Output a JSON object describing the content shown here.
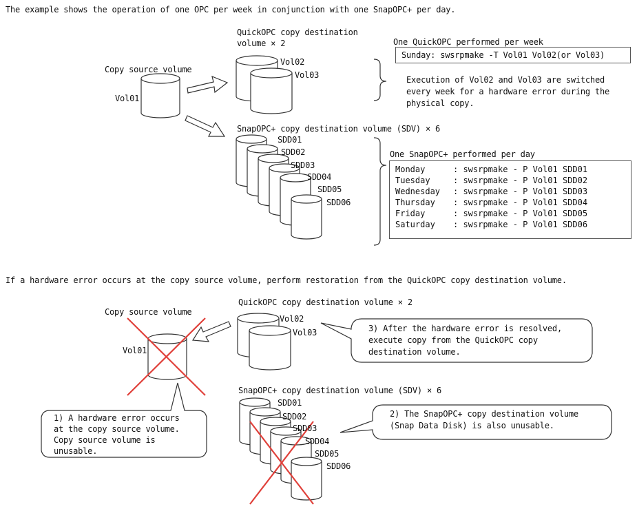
{
  "top": {
    "intro": "The example shows the operation of one OPC per week in conjunction with one SnapOPC+ per day.",
    "copy_source_label": "Copy source volume",
    "source_volume": "Vol01",
    "quickopc_dest_label_line1": "QuickOPC  copy  destination",
    "quickopc_dest_label_line2": "volume × 2",
    "quickopc_vol_a": "Vol02",
    "quickopc_vol_b": "Vol03",
    "weekly_title": "One QuickOPC performed per week",
    "weekly_command": "Sunday: swsrpmake -T Vol01 Vol02(or Vol03)",
    "weekly_note_line1": "Execution of Vol02 and Vol03 are switched",
    "weekly_note_line2": "every week for a hardware error during the",
    "weekly_note_line3": "physical copy.",
    "snap_dest_label": "SnapOPC+ copy destination volume (SDV)  × 6",
    "sdv": [
      "SDD01",
      "SDD02",
      "SDD03",
      "SDD04",
      "SDD05",
      "SDD06"
    ],
    "daily_title": "One SnapOPC+ performed per day",
    "daily_schedule": [
      {
        "day": "Monday",
        "command": ": swsrpmake - P Vol01 SDD01"
      },
      {
        "day": "Tuesday",
        "command": ": swsrpmake - P Vol01 SDD02"
      },
      {
        "day": "Wednesday",
        "command": ": swsrpmake - P Vol01 SDD03"
      },
      {
        "day": "Thursday",
        "command": ": swsrpmake - P Vol01 SDD04"
      },
      {
        "day": "Friday",
        "command": ": swsrpmake - P Vol01 SDD05"
      },
      {
        "day": "Saturday",
        "command": ": swsrpmake - P Vol01 SDD06"
      }
    ]
  },
  "bottom": {
    "intro": "If a hardware error occurs at the copy source volume, perform restoration from the QuickOPC copy destination volume.",
    "copy_source_label": "Copy source volume",
    "source_volume": "Vol01",
    "quickopc_dest_label": "QuickOPC copy destination volume × 2",
    "quickopc_vol_a": "Vol02",
    "quickopc_vol_b": "Vol03",
    "snap_dest_label": "SnapOPC+ copy destination volume (SDV) × 6",
    "sdv": [
      "SDD01",
      "SDD02",
      "SDD03",
      "SDD04",
      "SDD05",
      "SDD06"
    ],
    "callout1_lines": [
      "1) A hardware error occurs",
      "at the copy source volume.",
      "Copy source volume is",
      "unusable."
    ],
    "callout2_lines": [
      "2) The SnapOPC+ copy destination volume",
      "(Snap Data Disk) is also unusable."
    ],
    "callout3_lines": [
      "3) After the hardware error is resolved,",
      "execute copy from the QuickOPC copy",
      "destination volume."
    ]
  },
  "colors": {
    "cross": "#e0403a",
    "line": "#333333",
    "box_border": "#555555"
  }
}
